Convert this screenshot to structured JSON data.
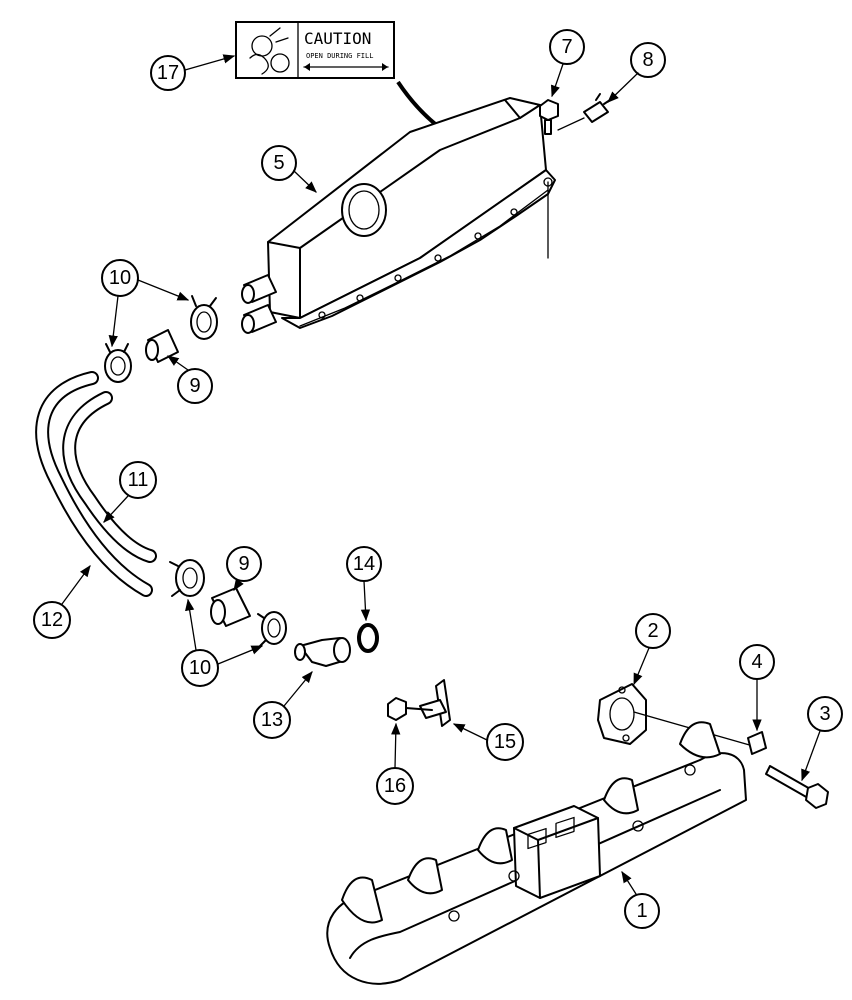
{
  "decal": {
    "caution_text": "CAUTION",
    "sub_text": "OPEN DURING FILL"
  },
  "callouts": {
    "c1": "1",
    "c2": "2",
    "c3": "3",
    "c4": "4",
    "c5": "5",
    "c7": "7",
    "c8": "8",
    "c9a": "9",
    "c9b": "9",
    "c10a": "10",
    "c10b": "10",
    "c11": "11",
    "c12": "12",
    "c13": "13",
    "c14": "14",
    "c15": "15",
    "c16": "16",
    "c17": "17"
  }
}
